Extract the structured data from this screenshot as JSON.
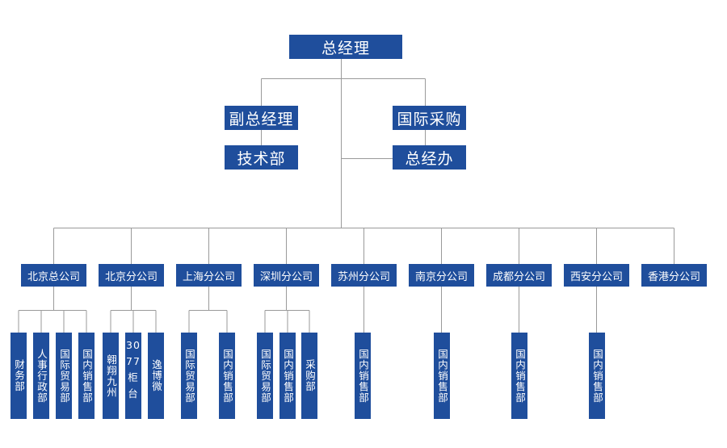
{
  "colors": {
    "box": "#1f4e9c",
    "text": "#ffffff",
    "line": "#9a9a9a"
  },
  "top": {
    "ceo": "总经理",
    "vice": "副总经理",
    "tech": "技术部",
    "purchase": "国际采购",
    "office": "总经办"
  },
  "branches": [
    {
      "name": "北京总公司",
      "depts": [
        "财务部",
        "人事行政部",
        "国际贸易部",
        "国内销售部"
      ]
    },
    {
      "name": "北京分公司",
      "depts": [
        "翱翔九州",
        "3077柜台",
        "逸博微"
      ]
    },
    {
      "name": "上海分公司",
      "depts": [
        "国际贸易部",
        "国内销售部"
      ]
    },
    {
      "name": "深圳分公司",
      "depts": [
        "国际贸易部",
        "国内销售部",
        "采购部"
      ]
    },
    {
      "name": "苏州分公司",
      "depts": [
        "国内销售部"
      ]
    },
    {
      "name": "南京分公司",
      "depts": [
        "国内销售部"
      ]
    },
    {
      "name": "成都分公司",
      "depts": [
        "国内销售部"
      ]
    },
    {
      "name": "西安分公司",
      "depts": [
        "国内销售部"
      ]
    },
    {
      "name": "香港分公司",
      "depts": []
    }
  ]
}
